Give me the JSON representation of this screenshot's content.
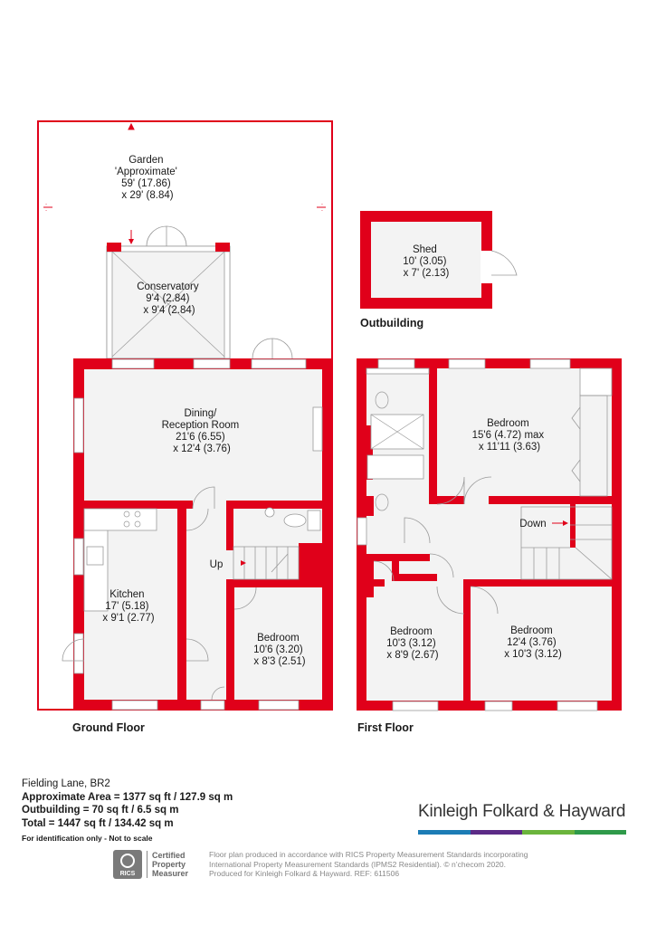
{
  "rooms": {
    "garden": [
      "Garden",
      "'Approximate'",
      "59' (17.86)",
      "x 29' (8.84)"
    ],
    "conservatory": [
      "Conservatory",
      "9'4 (2.84)",
      "x 9'4 (2.84)"
    ],
    "dining": [
      "Dining/",
      "Reception Room",
      "21'6 (6.55)",
      "x 12'4 (3.76)"
    ],
    "kitchen": [
      "Kitchen",
      "17' (5.18)",
      "x 9'1 (2.77)"
    ],
    "ground_bedroom": [
      "Bedroom",
      "10'6 (3.20)",
      "x 8'3 (2.51)"
    ],
    "shed": [
      "Shed",
      "10' (3.05)",
      "x 7' (2.13)"
    ],
    "master_bedroom": [
      "Bedroom",
      "15'6 (4.72) max",
      "x 11'11 (3.63)"
    ],
    "first_bedroom_left": [
      "Bedroom",
      "10'3 (3.12)",
      "x 8'9 (2.67)"
    ],
    "first_bedroom_right": [
      "Bedroom",
      "12'4 (3.76)",
      "x 10'3 (3.12)"
    ]
  },
  "markers": {
    "up": "Up",
    "down": "Down"
  },
  "floor_labels": {
    "outbuilding": "Outbuilding",
    "ground": "Ground Floor",
    "first": "First Floor"
  },
  "info": {
    "address": "Fielding Lane, BR2",
    "approx_area": "Approximate Area = 1377 sq ft / 127.9 sq m",
    "outbuilding": "Outbuilding = 70 sq ft / 6.5 sq m",
    "total": "Total = 1447 sq ft / 134.42 sq m",
    "id_note": "For identification only - Not to scale"
  },
  "brand": {
    "name": "Kinleigh Folkard & Hayward",
    "bar_colors": [
      "#1c7cb5",
      "#5b2a86",
      "#6bb43c",
      "#2f9a4a"
    ]
  },
  "rics": {
    "badge": "RICS",
    "line1": "Certified",
    "line2": "Property",
    "line3": "Measurer"
  },
  "disclaimer": [
    "Floor plan produced in accordance with RICS Property Measurement Standards incorporating",
    "International Property Measurement Standards (IPMS2 Residential).  © n’checom 2020.",
    "Produced for Kinleigh Folkard & Hayward.   REF: 611506"
  ],
  "colors": {
    "wall": "#e0001a",
    "floor": "#f3f3f3",
    "line": "#9a9a9a"
  }
}
